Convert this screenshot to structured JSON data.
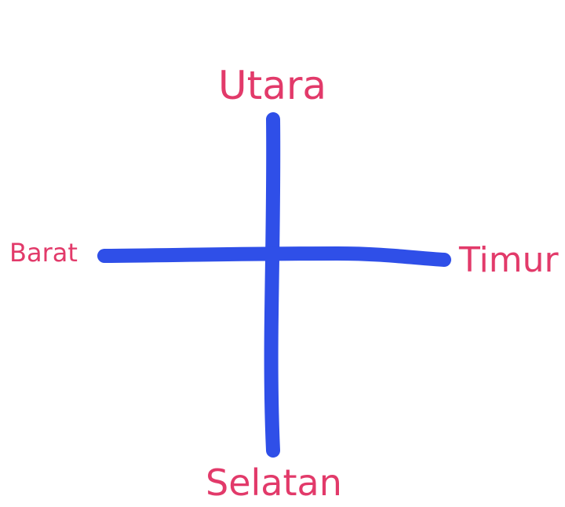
{
  "diagram": {
    "labels": {
      "north": "Utara",
      "west": "Barat",
      "east": "Timur",
      "south": "Selatan"
    },
    "colors": {
      "line": "#2f4fe8",
      "label": "#e23a6a",
      "background": "#ffffff"
    }
  }
}
